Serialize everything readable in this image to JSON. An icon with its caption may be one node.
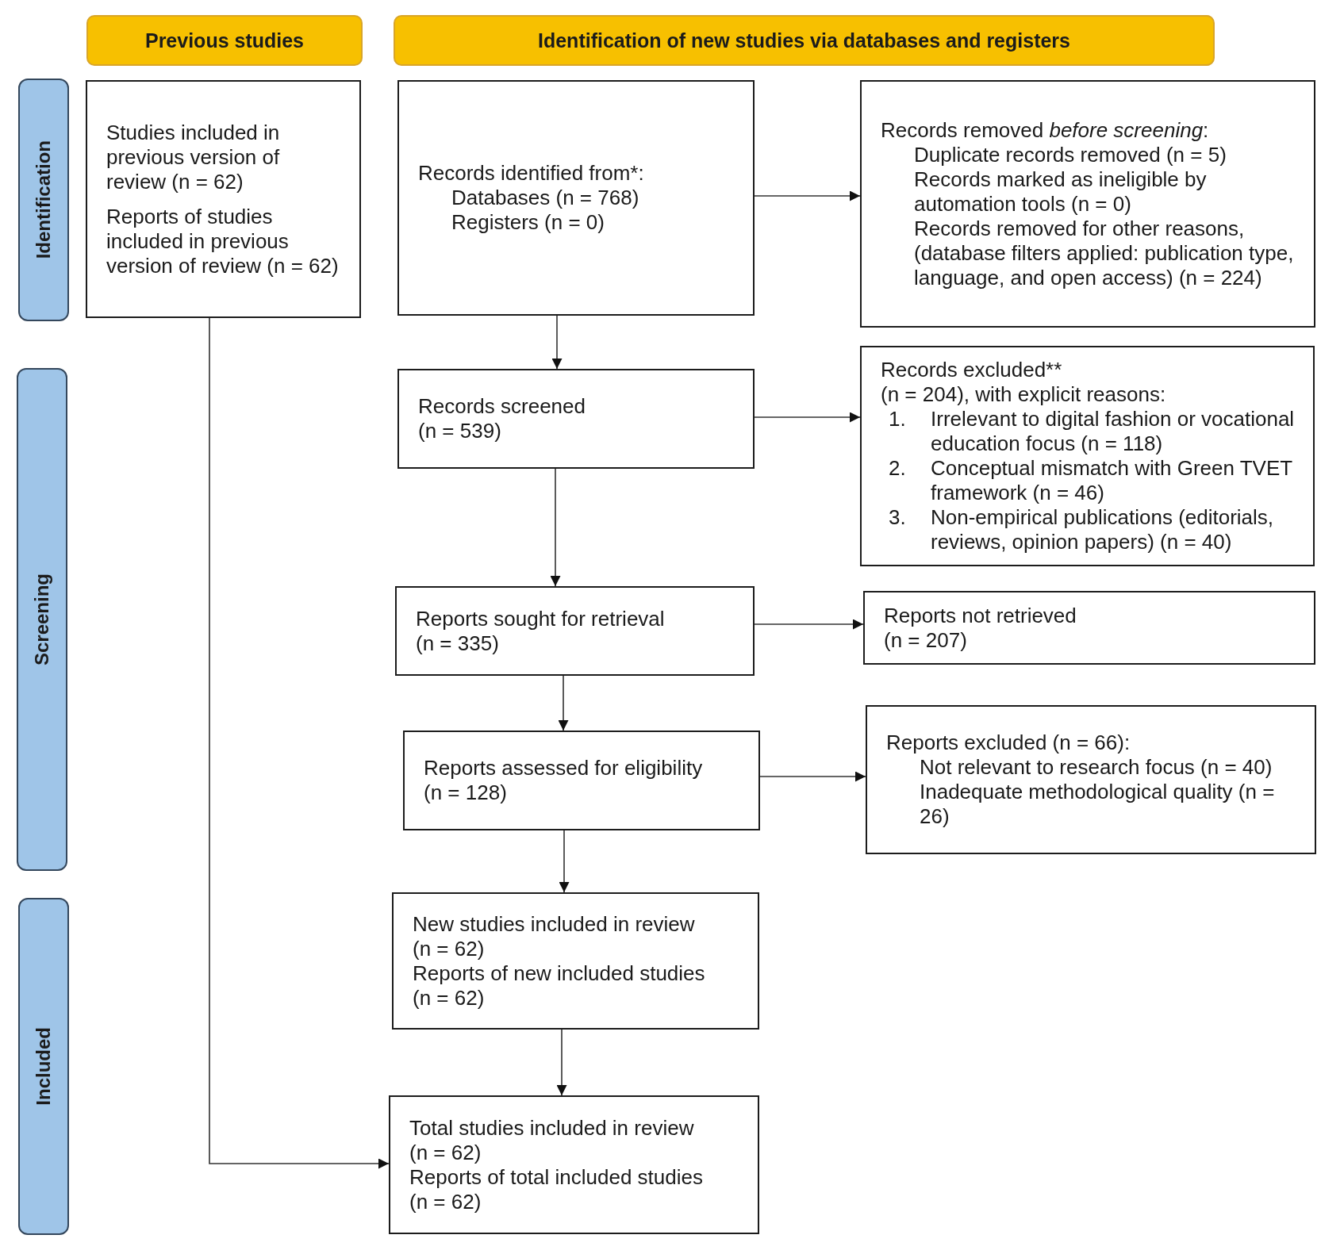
{
  "diagram": {
    "nodes": [
      {
        "text": [
          "Previous studies"
        ]
      },
      {
        "text": [
          "Identification of new studies via databases and registers"
        ]
      },
      {
        "text": [
          "Identification"
        ]
      },
      {
        "text": [
          "Studies included in previous version of review (n = 62)",
          "Reports of studies included in previous version of review (n = 62)"
        ]
      },
      {
        "text": [
          "Records identified from*:",
          "Databases (n = 768)",
          "Registers (n = 0)"
        ]
      },
      {
        "text": [
          "Records removed *before screening*:",
          "Duplicate records removed (n = 5)",
          "Records marked as ineligible by automation tools (n = 0)",
          "Records removed for other reasons, (database filters applied: publication type, language, and open access) (n = 224)"
        ]
      },
      {
        "text": [
          "Screening"
        ]
      },
      {
        "text": [
          "Records screened",
          "(n = 539)"
        ]
      },
      {
        "text": [
          "Records excluded**",
          "(n = 204), with explicit reasons:",
          "1.",
          "Irrelevant to digital fashion or vocational education focus (n = 118)",
          "2.",
          "Conceptual mismatch with Green TVET framework (n = 46)",
          "3.",
          "Non-empirical publications (editorials, reviews, opinion papers) (n = 40)"
        ]
      },
      {
        "text": [
          "Reports sought for retrieval",
          "(n = 335)"
        ]
      },
      {
        "text": [
          "Reports not retrieved",
          "(n = 207)"
        ]
      },
      {
        "text": [
          "Reports assessed for eligibility",
          "(n = 128)"
        ]
      },
      {
        "text": [
          "Reports excluded (n = 66):",
          "Not relevant to research focus (n = 40)",
          "Inadequate methodological quality (n = 26)"
        ]
      },
      {
        "text": [
          "Included"
        ]
      },
      {
        "text": [
          "New studies included in review",
          "(n = 62)",
          "Reports of new included studies",
          "(n = 62)"
        ]
      },
      {
        "text": [
          "Total studies included in review",
          "(n = 62)",
          "Reports of total included studies",
          "(n = 62)"
        ]
      }
    ],
    "edges": [
      {
        "from": 3,
        "to": 15,
        "arrow": "to"
      },
      {
        "from": 4,
        "to": 5,
        "arrow": "to"
      },
      {
        "from": 4,
        "to": 7,
        "arrow": "to"
      },
      {
        "from": 7,
        "to": 8,
        "arrow": "to"
      },
      {
        "from": 7,
        "to": 9,
        "arrow": "to"
      },
      {
        "from": 9,
        "to": 10,
        "arrow": "to"
      },
      {
        "from": 9,
        "to": 11,
        "arrow": "to"
      },
      {
        "from": 11,
        "to": 12,
        "arrow": "to"
      },
      {
        "from": 11,
        "to": 14,
        "arrow": "to"
      },
      {
        "from": 14,
        "to": 15,
        "arrow": "to"
      }
    ]
  }
}
